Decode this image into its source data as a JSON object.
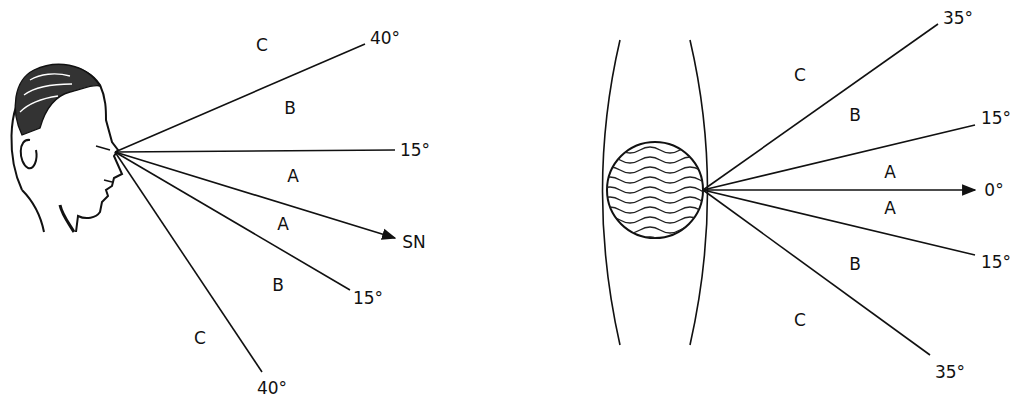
{
  "diagram": {
    "labels": [
      "40°",
      "C",
      "B",
      "15°",
      "A",
      "A",
      "SN",
      "15°",
      "B",
      "C",
      "40°",
      "35°",
      "C",
      "B",
      "15°",
      "A",
      "0°",
      "A",
      "15°",
      "B",
      "C",
      "35°"
    ]
  }
}
